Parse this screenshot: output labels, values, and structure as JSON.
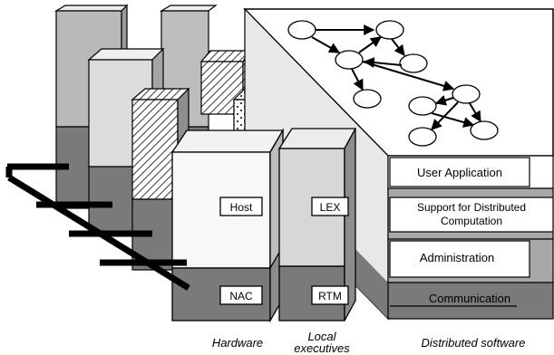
{
  "labels": {
    "host": "Host",
    "nac": "NAC",
    "lex": "LEX",
    "rtm": "RTM",
    "layer_user_application": "User Application",
    "layer_support_line1": "Support for Distributed",
    "layer_support_line2": "Computation",
    "layer_administration": "Administration",
    "layer_communication": "Communication"
  },
  "captions": {
    "hardware": "Hardware",
    "local_executives_line1": "Local",
    "local_executives_line2": "executives",
    "distributed_software": "Distributed software"
  },
  "colors": {
    "dark_gray": "#7a7a7a",
    "mid_gray": "#a8a8a8",
    "light_gray": "#d4d4d4",
    "very_light": "#f2f2f2",
    "white": "#ffffff",
    "black": "#000000"
  }
}
